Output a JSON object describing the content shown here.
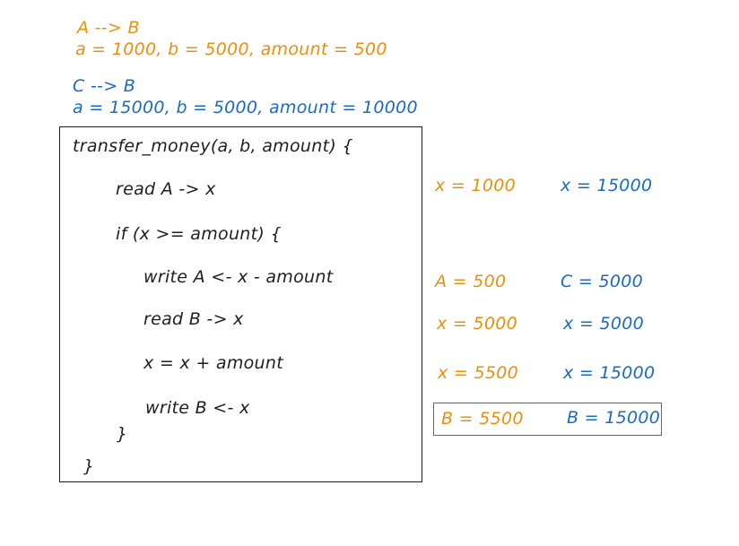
{
  "scenario_ab": {
    "title": "A --> B",
    "values": "a = 1000, b = 5000, amount = 500",
    "color": "#e8900e"
  },
  "scenario_cb": {
    "title": "C --> B",
    "values": "a = 15000, b = 5000, amount = 10000",
    "color": "#1a6bbf"
  },
  "code": {
    "lines": [
      "transfer_money(a, b, amount) {",
      "read A -> x",
      "if (x >= amount) {",
      "write A <- x - amount",
      "read B -> x",
      "x = x + amount",
      "write B <- x",
      "}",
      "}"
    ]
  },
  "trace": {
    "ab": [
      "x = 1000",
      "A = 500",
      "x = 5000",
      "x = 5500",
      "B = 5500"
    ],
    "cb": [
      "x = 15000",
      "C = 5000",
      "x = 5000",
      "x = 15000",
      "B = 15000"
    ]
  },
  "highlight_color": "#e03131"
}
